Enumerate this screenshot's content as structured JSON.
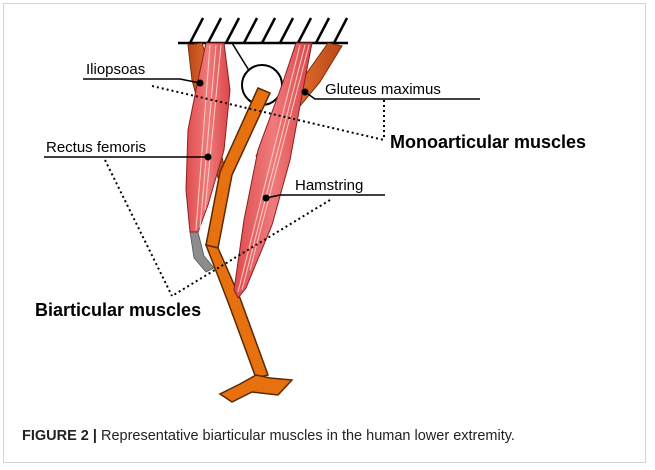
{
  "labels": {
    "iliopsoas": "Iliopsoas",
    "gluteus_maximus": "Gluteus maximus",
    "rectus_femoris": "Rectus femoris",
    "hamstring": "Hamstring",
    "monoarticular": "Monoarticular muscles",
    "biarticular": "Biarticular muscles"
  },
  "caption": {
    "figure_number": "FIGURE 2 |",
    "text": " Representative biarticular muscles in the human lower extremity."
  },
  "colors": {
    "bone": "#e8710f",
    "bone_outline": "#5a2a05",
    "muscle": "#e8575a",
    "mono_muscle": "#c8521f",
    "tendon": "#f4c2b8",
    "knee_cap": "#8c8c8c"
  }
}
